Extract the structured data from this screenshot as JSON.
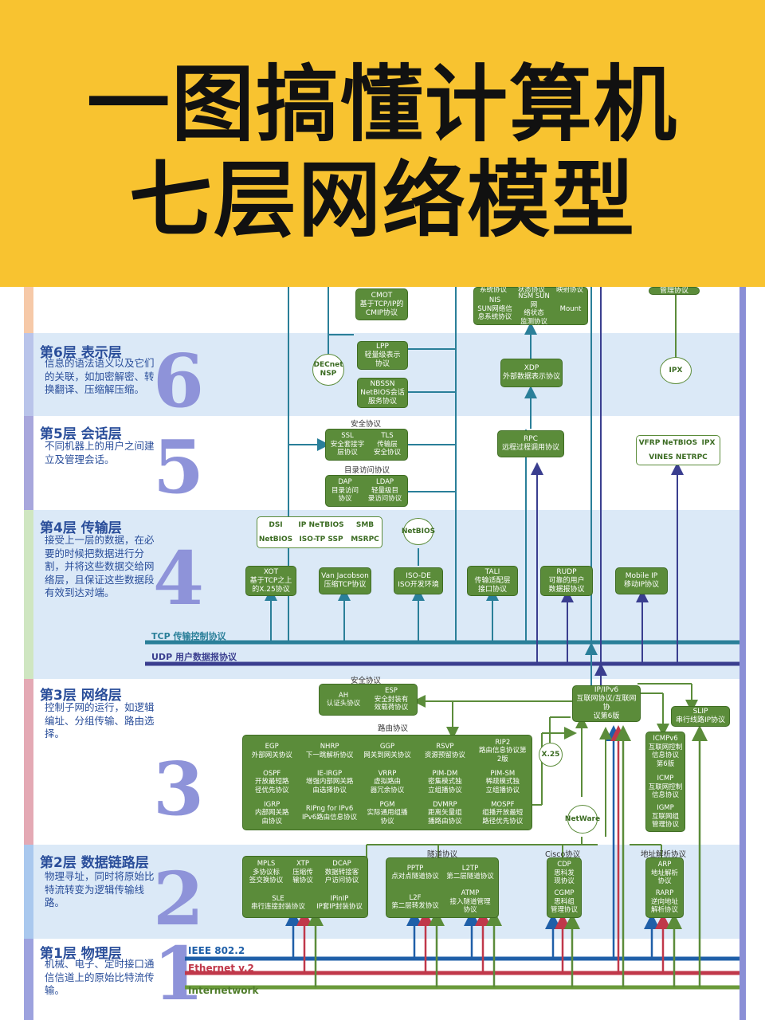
{
  "title": {
    "line1": "一图搞懂计算机",
    "line2": "七层网络模型"
  },
  "layers": [
    {
      "id": "l6",
      "title": "第6层    表示层",
      "desc": "信息的语法语义以及它们的关联，如加密解密、转换翻译、压缩解压缩。",
      "num": "6"
    },
    {
      "id": "l5",
      "title": "第5层    会话层",
      "desc": "不同机器上的用户之间建立及管理会话。",
      "num": "5"
    },
    {
      "id": "l4",
      "title": "第4层    传输层",
      "desc": "接受上一层的数据，在必要的时候把数据进行分割，并将这些数据交给网络层，且保证这些数据段有效到达对端。",
      "num": "4"
    },
    {
      "id": "l3",
      "title": "第3层    网络层",
      "desc": "控制子网的运行，如逻辑编址、分组传输、路由选择。",
      "num": "3"
    },
    {
      "id": "l2",
      "title": "第2层    数据链路层",
      "desc": "物理寻址，同时将原始比特流转变为逻辑传输线路。",
      "num": "2"
    },
    {
      "id": "l1",
      "title": "第1层    物理层",
      "desc": "机械、电子、定时接口通信信道上的原始比特流传输。",
      "num": "1"
    }
  ],
  "buses": {
    "tcp": "TCP 传输控制协议",
    "udp": "UDP 用户数据报协议",
    "ieee": "IEEE 802.2",
    "ethernet": "Ethernet v.2",
    "internetwork": "Internetwork"
  },
  "group_labels": {
    "security5": "安全协议",
    "directory": "目录访问协议",
    "security3": "安全协议",
    "routing": "路由协议",
    "tunnel": "隧道协议",
    "cisco": "Cisco协议",
    "addr": "地址解析协议"
  },
  "l7": {
    "cmot": "CMOT\n基于TCP/IP的\nCMIP协议",
    "top_row": [
      "系统协议",
      "状态协议",
      "映射协议"
    ],
    "nis": "NIS\nSUN网络信\n息系统协议",
    "nsm": "NSM SUN网\n络状态\n监测协议",
    "mount": "Mount",
    "mgmt": "管理协议"
  },
  "l6": {
    "lpp": "LPP\n轻量级表示\n协议",
    "nbssn": "NBSSN\nNetBIOS会话\n服务协议",
    "decnet": "DECnet\nNSP",
    "xdp": "XDP\n外部数据表示协议",
    "ipx": "IPX"
  },
  "l5": {
    "ssl": "SSL\n安全套接字\n层协议",
    "tls": "TLS\n传输层\n安全协议",
    "dap": "DAP\n目录访问\n协议",
    "ldap": "LDAP\n轻量级目\n录访问协议",
    "rpc": "RPC\n远程过程调用协议",
    "vines_cells": [
      "VFRP",
      "NeTBIOS",
      "IPX"
    ],
    "vines_bottom": "VINES NETRPC"
  },
  "l4": {
    "netbios_cells": [
      "DSI",
      "IP NeTBIOS",
      "SMB",
      "NetBIOS",
      "ISO-TP SSP",
      "MSRPC"
    ],
    "netbios_circle": "NetBIOS",
    "xot": "XOT\n基于TCP之上\n的X.25协议",
    "vanj": "Van Jacobson\n压缩TCP协议",
    "isode": "ISO-DE\nISO开发环境",
    "tali": "TALI\n传输适配层\n接口协议",
    "rudp": "RUDP\n可靠的用户\n数据报协议",
    "mobileip": "Mobile IP\n移动IP协议"
  },
  "l3": {
    "ah": "AH\n认证头协议",
    "esp": "ESP\n安全封装有\n效载荷协议",
    "ipv6": "IP/IPv6\n互联网协议/互联网协\n议第6版",
    "slip": "SLIP\n串行线路IP协议",
    "x25": "X.25",
    "netware": "NetWare",
    "routing": [
      "EGP\n外部网关协议",
      "NHRP\n下一跳解析协议",
      "GGP\n网关到网关协议",
      "RSVP\n资源预留协议",
      "RIP2\n路由信息协议第\n2版",
      "OSPF\n开放最短路\n径优先协议",
      "IE-IRGP\n增强内部网关路\n由选择协议",
      "VRRP\n虚拟路由\n器冗余协议",
      "PIM-DM\n密集模式独\n立组播协议",
      "PIM-SM\n稀疏模式独\n立组播协议",
      "IGRP\n内部网关路\n由协议",
      "RIPng for IPv6\nIPv6路由信息协议",
      "PGM\n实际通用组播\n协议",
      "DVMRP\n距离矢量组\n播路由协议",
      "MOSPF\n组播开放最短\n路径优先协议"
    ],
    "icmp": [
      "ICMPv6\n互联网控制\n信息协议\n第6版",
      "ICMP\n互联网控制\n信息协议",
      "IGMP\n互联网组\n管理协议"
    ]
  },
  "l2": {
    "link": [
      "MPLS\n多协议标\n签交换协议",
      "XTP\n压缩传\n输协议",
      "DCAP\n数据转接客\n户访问协议",
      "SLE\n串行连接封装协议",
      "IPinIP\nIP套IP封装协议"
    ],
    "tunnel": [
      "PPTP\n点对点隧道协议",
      "L2TP\n第二层隧道协议",
      "L2F\n第二层转发协议",
      "ATMP\n接入隧道管理\n协议"
    ],
    "cisco": [
      "CDP\n思科发\n现协议",
      "CGMP\n思科组\n管理协议"
    ],
    "arp": [
      "ARP\n地址解析\n协议",
      "RARP\n逆向地址\n解析协议"
    ]
  },
  "colors": {
    "banner": "#f8c330",
    "green": "#5b8c3a",
    "band": "#dbe9f7",
    "teal": "#2a7f99",
    "navy": "#3a3e8f",
    "blue_bus": "#1f5fa8",
    "red_bus": "#c0384a",
    "green_bus": "#6a9a3a",
    "number": "#8e93d9"
  }
}
